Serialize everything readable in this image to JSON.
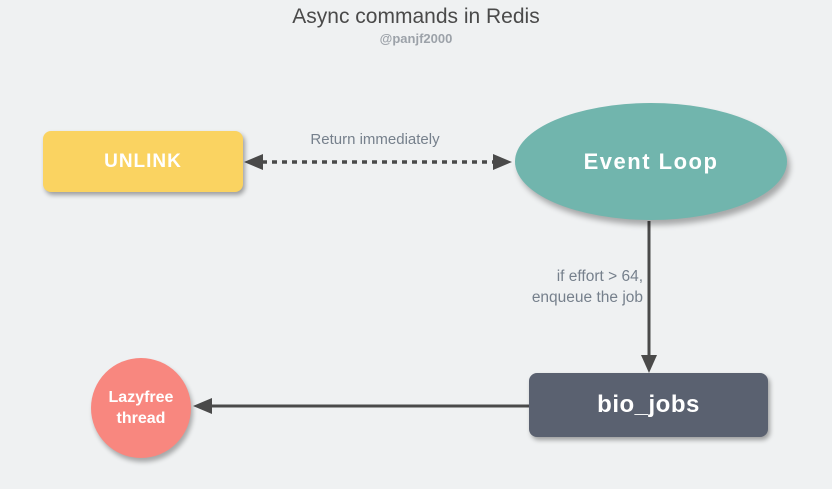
{
  "title": "Async commands in Redis",
  "subtitle": "@panjf2000",
  "nodes": {
    "unlink": {
      "label": "UNLINK",
      "fill": "#FAD361",
      "shape": "rounded-rect"
    },
    "event_loop": {
      "label": "Event Loop",
      "fill": "#71B5AD",
      "shape": "ellipse"
    },
    "bio_jobs": {
      "label": "bio_jobs",
      "fill": "#5A6170",
      "shape": "rounded-rect"
    },
    "lazyfree_thread": {
      "label_line1": "Lazyfree",
      "label_line2": "thread",
      "fill": "#F8877F",
      "shape": "circle"
    }
  },
  "edges": {
    "unlink_eventloop": {
      "label": "Return immediately",
      "style": "dashed",
      "arrows": "both-ends"
    },
    "eventloop_biojobs": {
      "label_line1": "if effort > 64,",
      "label_line2": "enqueue the job",
      "style": "solid",
      "arrows": "end"
    },
    "biojobs_lazyfree": {
      "style": "solid",
      "arrows": "end"
    }
  },
  "colors": {
    "background": "#EFF1F2",
    "arrow": "#4A4A4A",
    "title_text": "#4A4A4A",
    "subtitle_text": "#9CA2A9",
    "edge_label_text": "#76808C",
    "node_text": "#FFFFFF"
  }
}
